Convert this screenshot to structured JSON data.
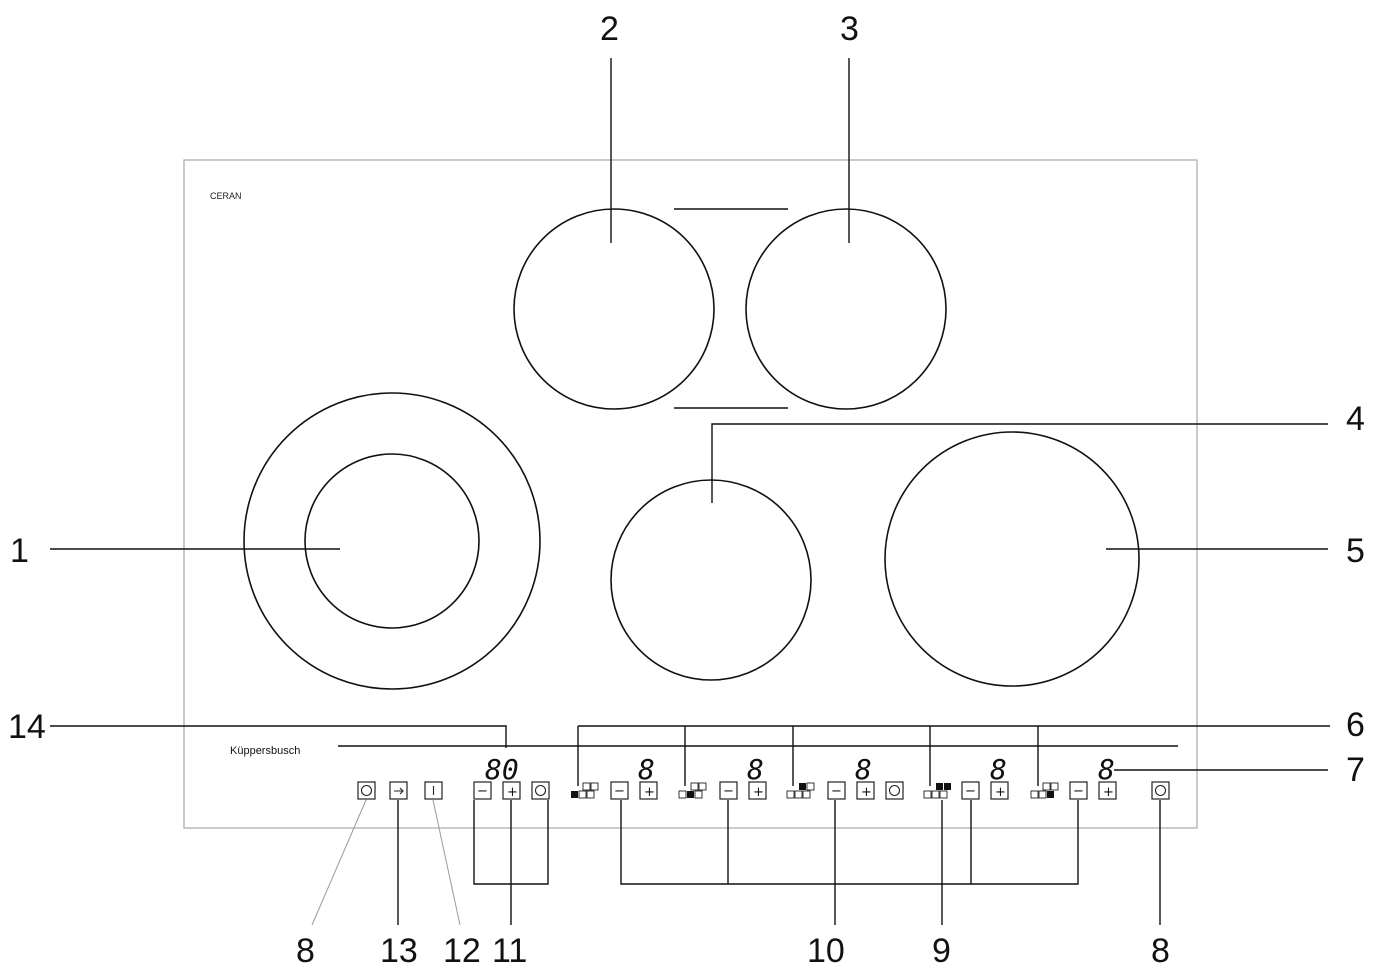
{
  "panel": {
    "material_label": "CERAN",
    "brand_label": "Küppersbusch"
  },
  "displays": {
    "timer": "80",
    "zone_1": "8",
    "zone_2": "8",
    "zone_3": "8",
    "zone_4": "8",
    "zone_5": "8"
  },
  "controls": {
    "power_icon": "power-button-icon",
    "key_lock_icon": "key-lock-icon",
    "info_icon": "info-icon",
    "minus_glyph": "−",
    "plus_glyph": "+",
    "timer_icon": "timer-clock-icon"
  },
  "callouts": {
    "c1": "1",
    "c2": "2",
    "c3": "3",
    "c4": "4",
    "c5": "5",
    "c6": "6",
    "c7": "7",
    "c8_left": "8",
    "c8_right": "8",
    "c9": "9",
    "c10": "10",
    "c11": "11",
    "c12": "12",
    "c13": "13",
    "c14": "14"
  }
}
